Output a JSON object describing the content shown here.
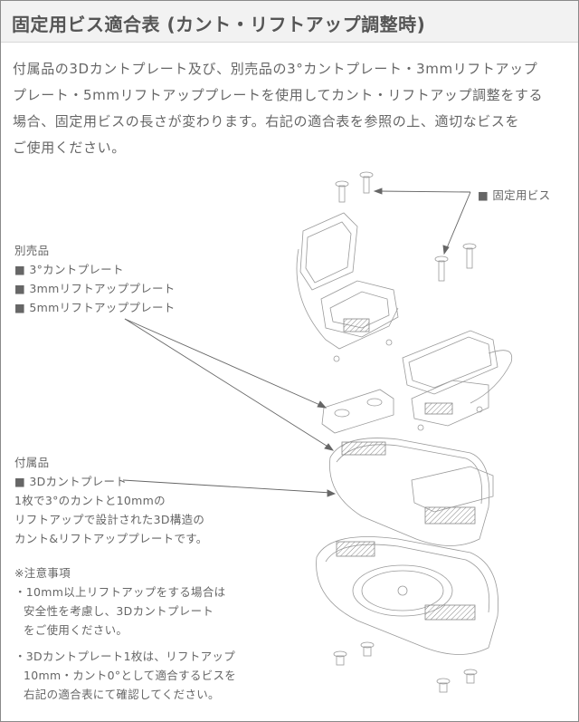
{
  "title": "固定用ビス適合表 (カント・リフトアップ調整時)",
  "intro": [
    "付属品の3Dカントプレート及び、別売品の3°カントプレート・3mmリフトアップ",
    "プレート・5mmリフトアッププレートを使用してカント・リフトアップ調整をする",
    "場合、固定用ビスの長さが変わります。右記の適合表を参照の上、適切なビスを",
    "ご使用ください。"
  ],
  "screw_label": "■ 固定用ビス",
  "sold_separately": {
    "heading": "別売品",
    "items": [
      "■ 3°カントプレート",
      "■ 3mmリフトアッププレート",
      "■ 5mmリフトアッププレート"
    ]
  },
  "included": {
    "heading": "付属品",
    "item": "■ 3Dカントプレート",
    "desc": [
      "1枚で3°のカントと10mmの",
      "リフトアップで設計された3D構造の",
      "カント&リフトアッププレートです。"
    ]
  },
  "notes": {
    "heading": "※注意事項",
    "note1": [
      "・10mm以上リフトアップをする場合は",
      "安全性を考慮し、3Dカントプレート",
      "をご使用ください。"
    ],
    "note2": [
      "・3Dカントプレート1枚は、リフトアップ",
      "10mm・カント0°として適合するビスを",
      "右記の適合表にて確認してください。"
    ]
  },
  "colors": {
    "text": "#555555",
    "line": "#777777",
    "title_bg": "#f2f2f2",
    "border": "#8a8a8a"
  }
}
